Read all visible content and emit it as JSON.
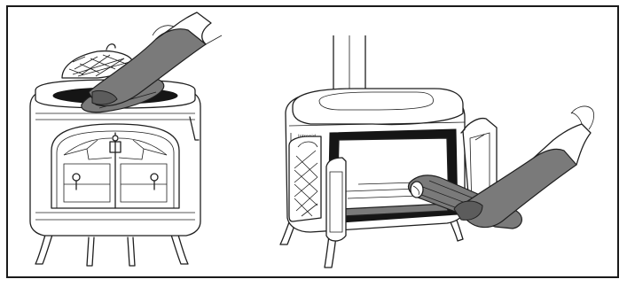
{
  "figure": {
    "left_panel": {
      "subject": "top-loading-stove",
      "icons": [
        "stove-icon",
        "arm-icon",
        "log-icon",
        "griddle-lid-icon"
      ]
    },
    "right_panel": {
      "subject": "side-loading-stove",
      "brand_mark": "Intrepid",
      "icons": [
        "stove-icon",
        "arm-icon",
        "log-icon",
        "side-door-icon"
      ]
    },
    "colors": {
      "line": "#1f1f1f",
      "sleeve": "#7a7a7a",
      "interior": "#151515",
      "background": "#ffffff"
    }
  }
}
